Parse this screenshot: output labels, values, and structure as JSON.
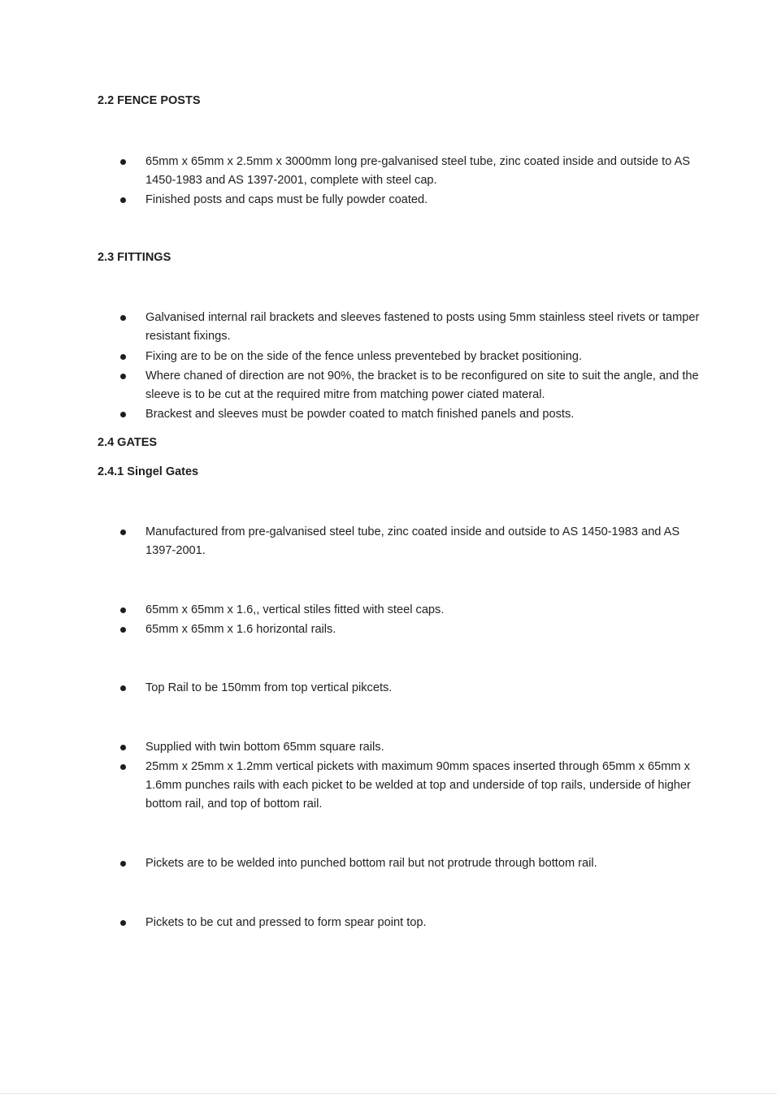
{
  "sections": {
    "fence_posts": {
      "heading": "2.2 FENCE POSTS",
      "items": [
        "65mm x 65mm x 2.5mm x 3000mm long pre-galvanised steel tube, zinc coated inside and outside to AS 1450-1983 and AS 1397-2001, complete with steel cap.",
        "Finished posts and caps must be fully powder coated."
      ]
    },
    "fittings": {
      "heading": "2.3 FITTINGS",
      "items": [
        "Galvanised internal rail brackets and sleeves fastened to posts using 5mm stainless steel rivets or tamper resistant fixings.",
        "Fixing are to be on the side of the fence unless preventebed by bracket positioning.",
        "Where chaned of direction are not 90%, the bracket is to be reconfigured on site to suit the angle, and the sleeve is to be cut at the required mitre from matching power ciated materal.",
        "Brackest and sleeves must be powder coated to match finished panels and posts."
      ]
    },
    "gates": {
      "heading": "2.4 GATES"
    },
    "single_gates": {
      "heading": "2.4.1 Singel Gates",
      "items": [
        "Manufactured from pre-galvanised steel tube, zinc coated inside and outside to AS 1450-1983 and AS 1397-2001.",
        "65mm x 65mm x 1.6,, vertical stiles fitted with steel caps.",
        "65mm x 65mm x 1.6 horizontal rails.",
        "Top Rail to be 150mm from top vertical pikcets.",
        "Supplied with twin bottom 65mm square rails.",
        "25mm x 25mm x 1.2mm vertical pickets with maximum 90mm spaces inserted through 65mm x 65mm x 1.6mm punches rails with each picket to be welded at top and underside of top rails, underside of higher bottom rail, and top of bottom rail.",
        "Pickets are to be welded into punched bottom rail but not protrude through bottom rail.",
        "Pickets to be cut and pressed to form spear point top."
      ]
    }
  }
}
